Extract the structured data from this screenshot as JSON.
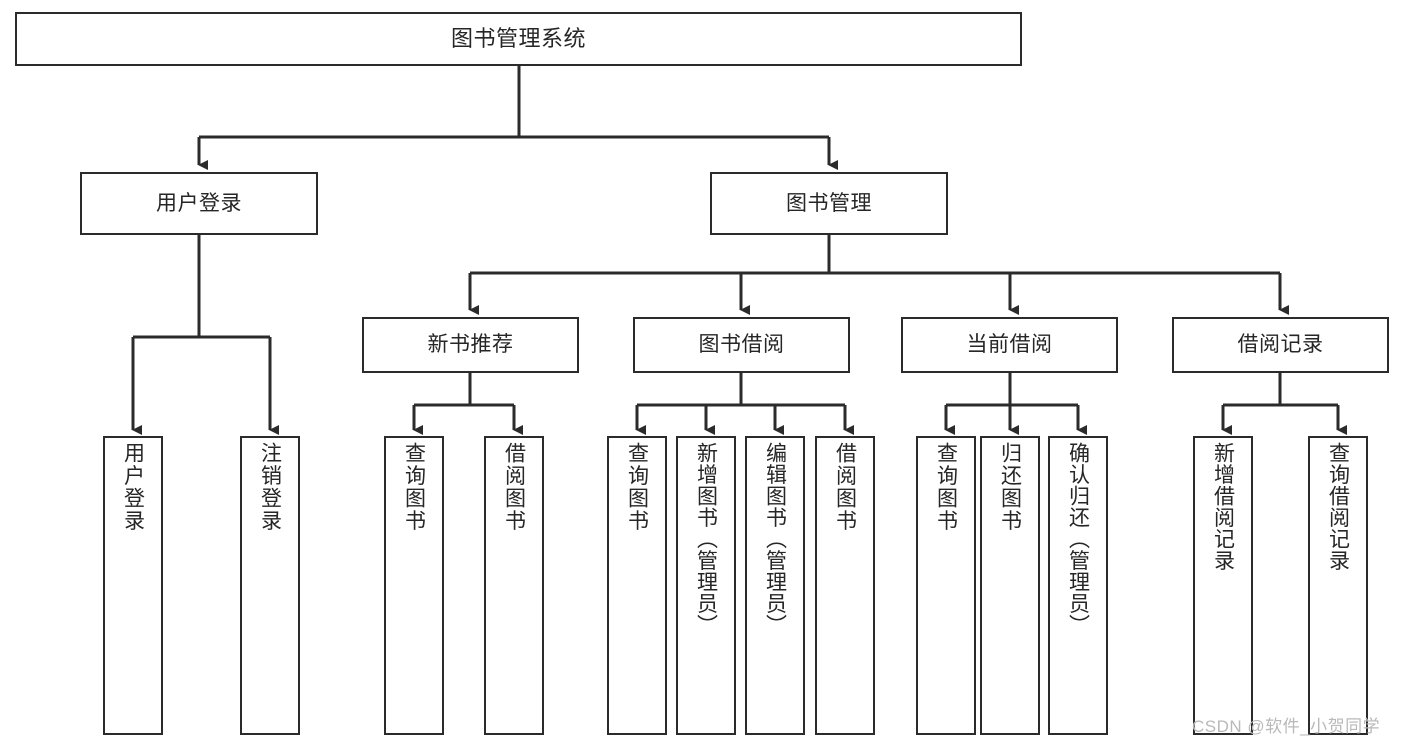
{
  "diagram": {
    "title": "图书管理系统",
    "type": "hierarchy-tree",
    "watermark": "CSDN @软件_小贺同学",
    "colors": {
      "box_border": "#2b2b2b",
      "box_fill": "#ffffff",
      "edge": "#2b2b2b",
      "text": "#262626",
      "watermark": "#b9b9b9",
      "background": "#ffffff"
    },
    "nodes": {
      "root": {
        "label": "图书管理系统"
      },
      "level1": [
        {
          "id": "user-login",
          "label": "用户登录"
        },
        {
          "id": "book-manage",
          "label": "图书管理"
        }
      ],
      "level2": [
        {
          "id": "new-book-recommend",
          "label": "新书推荐"
        },
        {
          "id": "book-borrow",
          "label": "图书借阅"
        },
        {
          "id": "current-borrow",
          "label": "当前借阅"
        },
        {
          "id": "borrow-record",
          "label": "借阅记录"
        }
      ],
      "leaves": {
        "user-login": [
          {
            "id": "leaf-user-login",
            "label": "用户登录"
          },
          {
            "id": "leaf-logout-login",
            "label": "注销登录"
          }
        ],
        "new-book-recommend": [
          {
            "id": "leaf-query-book-1",
            "label": "查询图书"
          },
          {
            "id": "leaf-borrow-book-1",
            "label": "借阅图书"
          }
        ],
        "book-borrow": [
          {
            "id": "leaf-query-book-2",
            "label": "查询图书"
          },
          {
            "id": "leaf-add-book",
            "label": "新增图书（管理员）"
          },
          {
            "id": "leaf-edit-book",
            "label": "编辑图书（管理员）"
          },
          {
            "id": "leaf-borrow-book-2",
            "label": "借阅图书"
          }
        ],
        "current-borrow": [
          {
            "id": "leaf-query-book-3",
            "label": "查询图书"
          },
          {
            "id": "leaf-return-book",
            "label": "归还图书"
          },
          {
            "id": "leaf-confirm-return",
            "label": "确认归还（管理员）"
          }
        ],
        "borrow-record": [
          {
            "id": "leaf-add-record",
            "label": "新增借阅记录"
          },
          {
            "id": "leaf-query-record",
            "label": "查询借阅记录"
          }
        ]
      }
    }
  }
}
